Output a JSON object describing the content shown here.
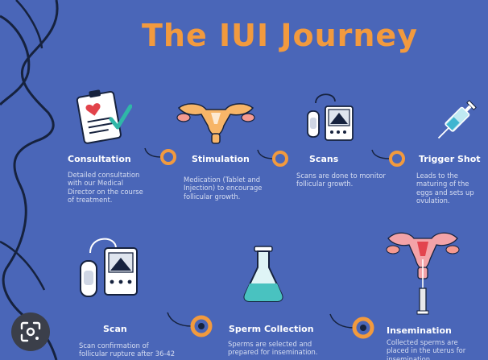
{
  "title": "The IUI Journey",
  "colors": {
    "background": "#4a66b8",
    "accent_orange": "#f29a3e",
    "outline_dark": "#16223e"
  },
  "steps": [
    {
      "title": "Consultation",
      "description": "Detailed consultation with our Medical Director on the course of treatment.",
      "icon": "clipboard-heart-icon"
    },
    {
      "title": "Stimulation",
      "description": "Medication (Tablet and Injection) to encourage follicular growth.",
      "icon": "uterus-icon"
    },
    {
      "title": "Scans",
      "description": "Scans are done to monitor follicular growth.",
      "icon": "ultrasound-machine-icon"
    },
    {
      "title": "Trigger Shot",
      "description": "Leads to the maturing of the eggs and sets up ovulation.",
      "icon": "syringe-icon"
    },
    {
      "title": "Scan",
      "description": "Scan confirmation of follicular rupture after 36-42",
      "icon": "ultrasound-machine-icon"
    },
    {
      "title": "Sperm Collection",
      "description": "Sperms are selected and prepared for insemination.",
      "icon": "flask-icon"
    },
    {
      "title": "Insemination",
      "description": "Collected sperms are placed in the uterus for insemination.",
      "icon": "uterus-catheter-icon"
    }
  ],
  "overlay": {
    "icon": "lens-search-icon"
  }
}
